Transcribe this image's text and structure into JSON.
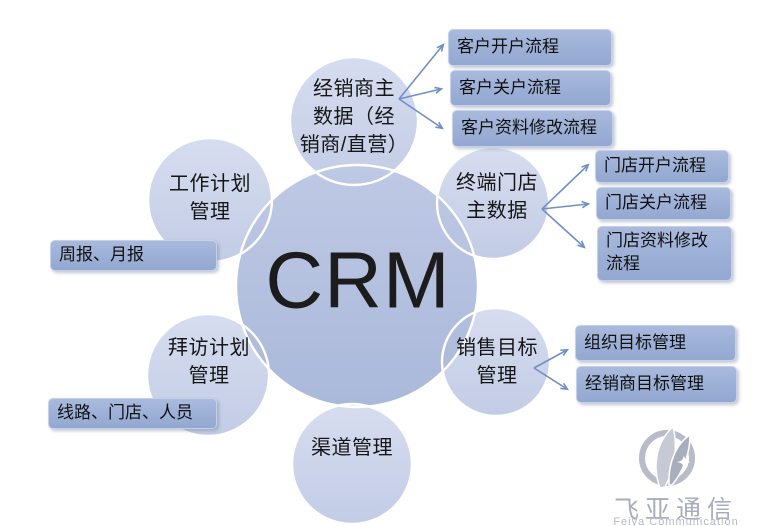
{
  "diagram": {
    "center_label": "CRM",
    "nodes": {
      "dealer": {
        "label": "经销商主\n数据（经\n销商/直营）"
      },
      "work_plan": {
        "label": "工作计划\n管理"
      },
      "store": {
        "label": "终端门店\n主数据"
      },
      "visit_plan": {
        "label": "拜访计划\n管理"
      },
      "sales_target": {
        "label": "销售目标\n管理"
      },
      "channel": {
        "label": "渠道管理"
      }
    },
    "boxes": {
      "customer_open": "客户开户流程",
      "customer_close": "客户关户流程",
      "customer_modify": "客户资料修改流程",
      "store_open": "门店开户流程",
      "store_close": "门店关户流程",
      "store_modify": "门店资料修改流程",
      "weekly_monthly": "周报、月报",
      "route_store_person": "线路、门店、人员",
      "org_target": "组织目标管理",
      "dealer_target": "经销商目标管理"
    }
  },
  "logo": {
    "name": "飞亚通信",
    "subtitle": "Feiya Communication"
  },
  "colors": {
    "circle_center": "#b4c1de",
    "circle_satellite": "#cbd3e8",
    "box_fill": "#9fb2d8",
    "box_border": "#c6d0e7",
    "arrow": "#7090c5",
    "text": "#161616",
    "logo_gray": "#a9adbc"
  }
}
